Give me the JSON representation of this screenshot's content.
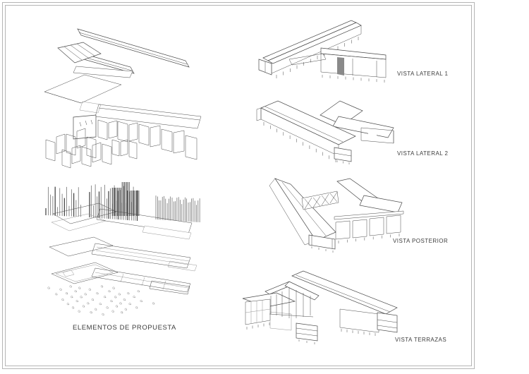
{
  "sheet": {
    "exploded_caption": "ELEMENTOS DE PROPUESTA",
    "views": [
      {
        "label": "VISTA LATERAL 1"
      },
      {
        "label": "VISTA LATERAL 2"
      },
      {
        "label": "VISTA POSTERIOR"
      },
      {
        "label": "VISTA TERRAZAS"
      }
    ]
  },
  "colors": {
    "line": "#4a4a4a",
    "line_light": "#979797",
    "frame": "#b5b5b5",
    "text": "#3d3d3d",
    "paper": "#ffffff"
  }
}
